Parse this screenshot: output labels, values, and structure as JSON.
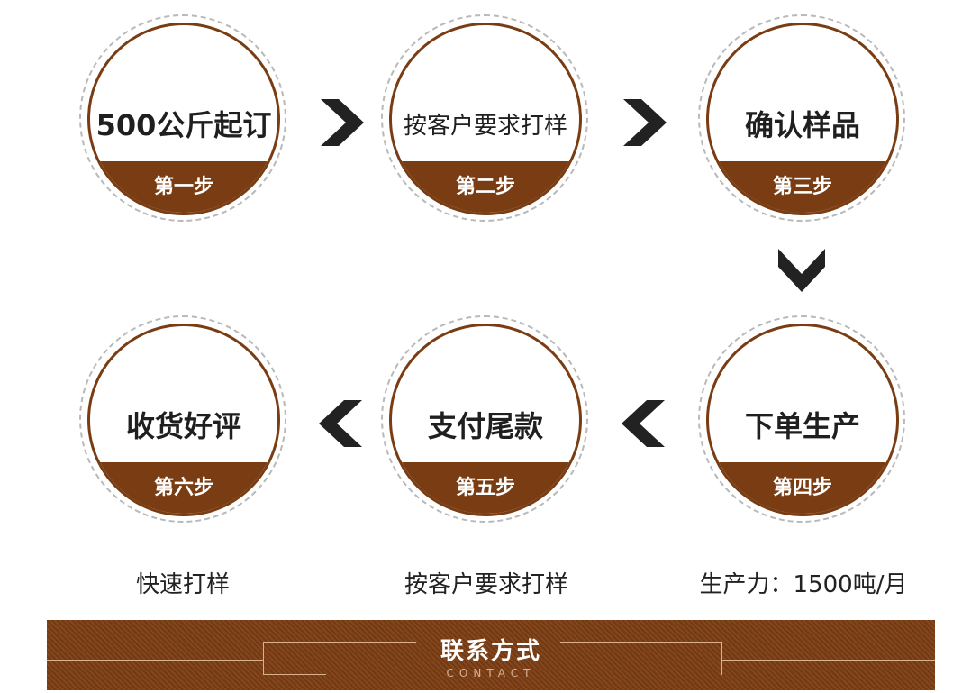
{
  "steps": [
    {
      "title": "500公斤起订",
      "label": "第一步"
    },
    {
      "title": "按客户要求打样",
      "label": "第二步"
    },
    {
      "title": "确认样品",
      "label": "第三步"
    },
    {
      "title": "下单生产",
      "label": "第四步"
    },
    {
      "title": "支付尾款",
      "label": "第五步"
    },
    {
      "title": "收货好评",
      "label": "第六步"
    }
  ],
  "captions": {
    "left": "快速打样",
    "middle": "按客户要求打样",
    "right": "生产力：1500吨/月"
  },
  "contact": {
    "title": "联系方式",
    "subtitle": "CONTACT"
  },
  "icons": {
    "arrow_right": "chevron-right-icon",
    "arrow_left": "chevron-left-icon",
    "arrow_down": "chevron-down-icon"
  },
  "colors": {
    "accent": "#7a3c12",
    "text": "#1f1f1f",
    "ring": "#b9b9b9"
  }
}
